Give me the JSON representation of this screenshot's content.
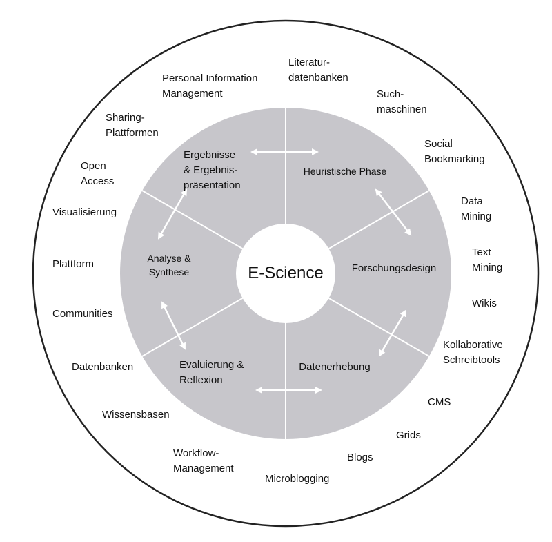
{
  "colors": {
    "ring": "#c7c6cb",
    "outline": "#222222",
    "divider": "#ffffff",
    "background": "#ffffff"
  },
  "center": {
    "label": "E-Science"
  },
  "phases": [
    {
      "key": "heuristic",
      "label": "Heuristische Phase"
    },
    {
      "key": "design",
      "label": "Forschungsdesign"
    },
    {
      "key": "collection",
      "label": "Datenerhebung"
    },
    {
      "key": "evaluation",
      "label": "Evaluierung &\nReflexion"
    },
    {
      "key": "analysis",
      "label": "Analyse &\nSynthese"
    },
    {
      "key": "results",
      "label": "Ergebnisse\n& Ergebnis-\npräsentation"
    }
  ],
  "tools": [
    "Literatur-\ndatenbanken",
    "Such-\nmaschinen",
    "Social\nBookmarking",
    "Data\nMining",
    "Text\nMining",
    "Wikis",
    "Kollaborative\nSchreibtools",
    "CMS",
    "Grids",
    "Blogs",
    "Microblogging",
    "Workflow-\nManagement",
    "Wissensbasen",
    "Datenbanken",
    "Communities",
    "Plattform",
    "Visualisierung",
    "Open\nAccess",
    "Sharing-\nPlattformen",
    "Personal Information\nManagement"
  ]
}
